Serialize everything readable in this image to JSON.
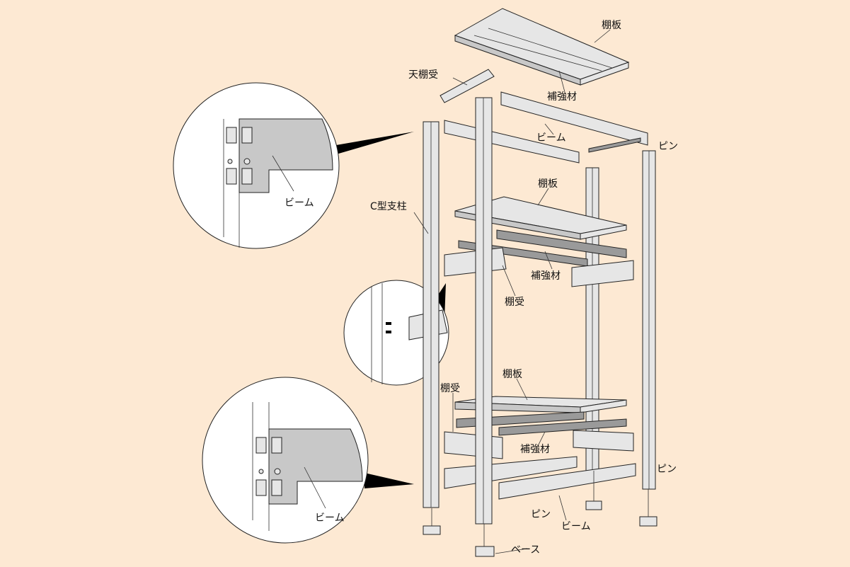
{
  "diagram": {
    "title_parts": {
      "top_shelf": "棚板",
      "top_shelf_support": "天棚受",
      "top_reinforcement": "補強材",
      "top_beam": "ビーム",
      "top_pin": "ピン",
      "middle_shelf": "棚板",
      "c_post": "C型支柱",
      "middle_reinforcement": "補強材",
      "middle_shelf_support": "棚受",
      "bottom_shelf": "棚板",
      "bottom_shelf_support": "棚受",
      "bottom_reinforcement": "補強材",
      "right_pin": "ピン",
      "bottom_pin": "ピン",
      "bottom_beam": "ビーム",
      "base": "ベース"
    },
    "callouts": {
      "upper_detail_label": "ビーム",
      "lower_detail_label": "ビーム"
    },
    "colors": {
      "background": "#fde9d3",
      "part": "#e6e6e6",
      "outline": "#222222"
    }
  }
}
